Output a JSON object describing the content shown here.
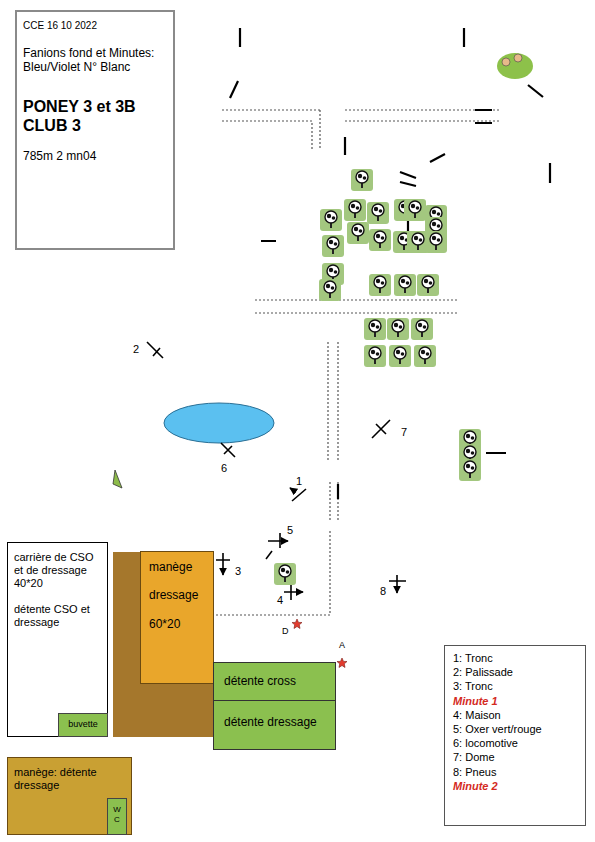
{
  "diagram": {
    "nodes": [
      {
        "text": [
          "CCE 16 10 2022",
          "Fanions fond et Minutes: Bleu/Violet N° Blanc",
          "PONEY 3 et 3B CLUB 3",
          "785m 2 mn04"
        ]
      },
      {
        "text": [
          "carrière de CSO et de dressage 40*20",
          "détente CSO et dressage"
        ]
      },
      {
        "text": [
          "buvette"
        ],
        "in": 1
      },
      {
        "text": [
          "manège",
          "dressage",
          "60*20"
        ]
      },
      {
        "text": [
          "détente cross"
        ]
      },
      {
        "text": [
          "détente dressage"
        ]
      },
      {
        "text": [
          "manège: détente dressage"
        ]
      },
      {
        "text": [
          "W C"
        ],
        "in": 6
      },
      {
        "text": [
          "1: Tronc",
          "2: Palissade",
          "3: Tronc",
          "Minute 1",
          "4: Maison",
          "5: Oxer vert/rouge",
          "6: locomotive",
          "7: Dome",
          "8: Pneus",
          "Minute 2"
        ]
      }
    ],
    "labels": [
      "2",
      "6",
      "1",
      "5",
      "3",
      "4",
      "8",
      "7",
      "D",
      "A"
    ]
  }
}
